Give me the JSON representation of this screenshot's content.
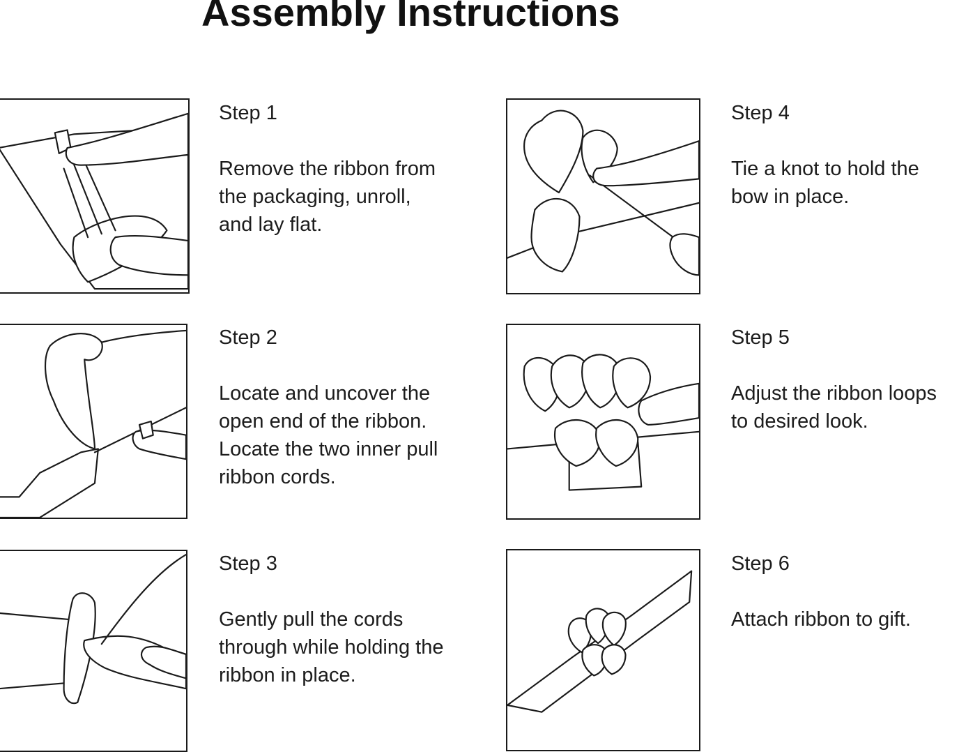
{
  "title": "Assembly Instructions",
  "steps": [
    {
      "label": "Step 1",
      "description": "Remove the ribbon from\nthe packaging, unroll,\nand lay flat.",
      "icon": "unrolling-ribbon-illustration"
    },
    {
      "label": "Step 2",
      "description": "Locate and uncover the\nopen end of the ribbon.\nLocate the two inner pull\nribbon cords.",
      "icon": "uncovering-cords-illustration"
    },
    {
      "label": "Step 3",
      "description": "Gently pull the cords\nthrough while holding the\nribbon in place.",
      "icon": "pulling-cords-illustration"
    },
    {
      "label": "Step 4",
      "description": "Tie a knot to hold the\nbow in place.",
      "icon": "tying-knot-illustration"
    },
    {
      "label": "Step 5",
      "description": "Adjust the ribbon loops\nto desired look.",
      "icon": "adjusting-loops-illustration"
    },
    {
      "label": "Step 6",
      "description": "Attach ribbon to gift.",
      "icon": "finished-bow-illustration"
    }
  ]
}
